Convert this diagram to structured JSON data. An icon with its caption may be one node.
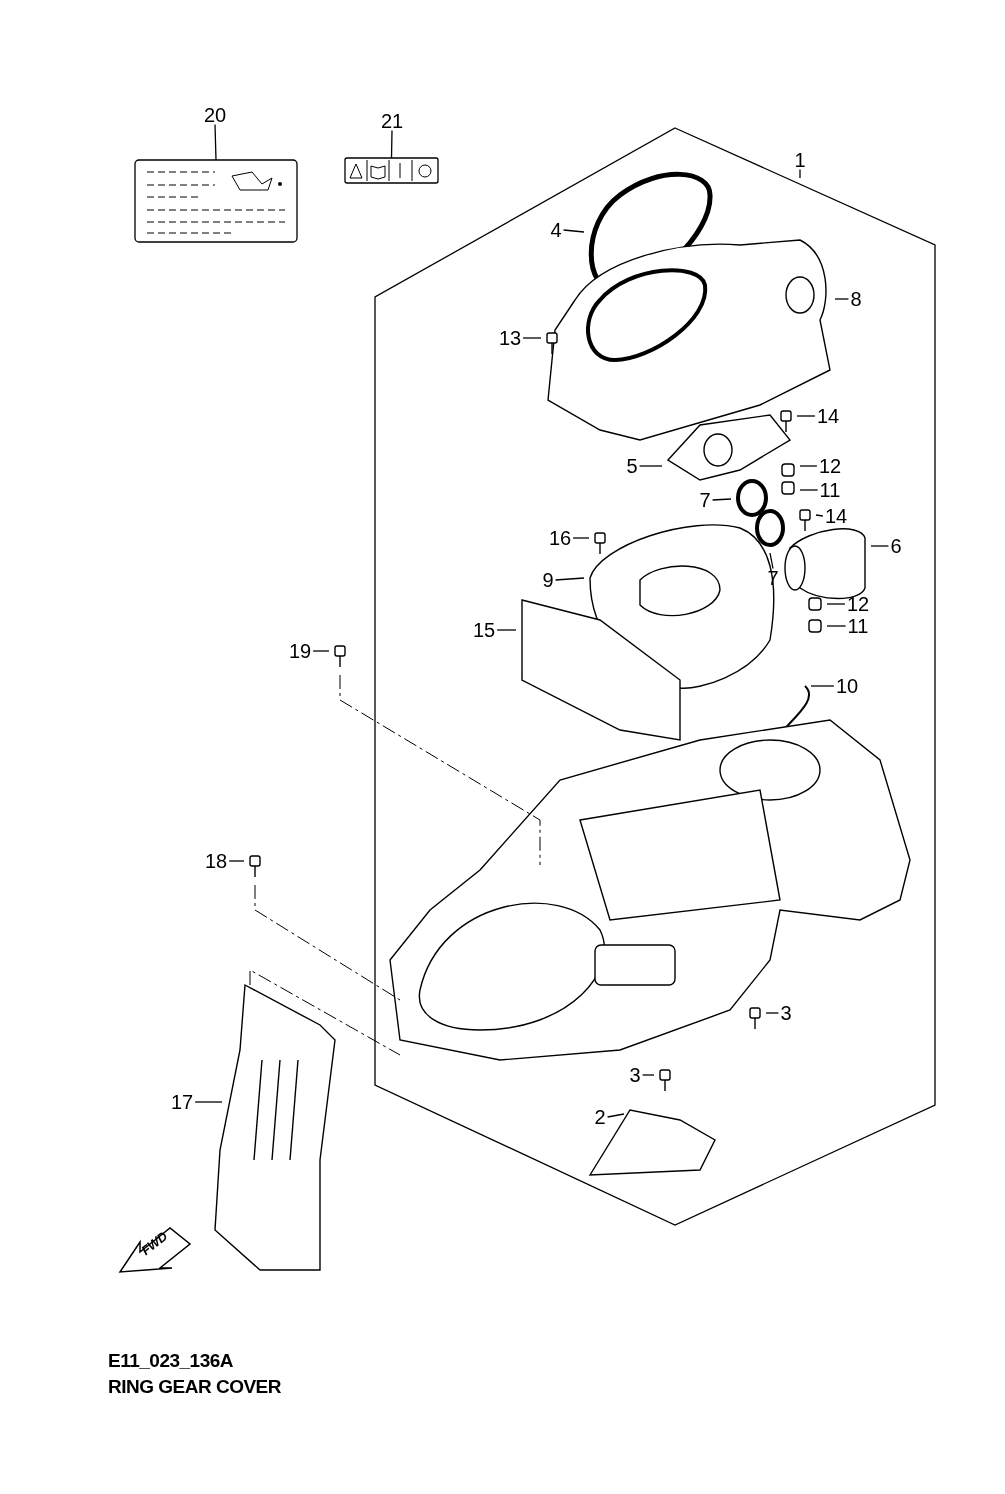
{
  "diagram": {
    "title": "RING GEAR COVER",
    "nodes": [
      {
        "text": [
          "20"
        ]
      },
      {
        "text": [
          "21"
        ]
      },
      {
        "text": [
          "1"
        ]
      },
      {
        "text": [
          "4"
        ]
      },
      {
        "text": [
          "8"
        ]
      },
      {
        "text": [
          "13"
        ]
      },
      {
        "text": [
          "14"
        ]
      },
      {
        "text": [
          "5"
        ]
      },
      {
        "text": [
          "12"
        ]
      },
      {
        "text": [
          "11"
        ]
      },
      {
        "text": [
          "7"
        ]
      },
      {
        "text": [
          "14"
        ]
      },
      {
        "text": [
          "7"
        ]
      },
      {
        "text": [
          "16"
        ]
      },
      {
        "text": [
          "6"
        ]
      },
      {
        "text": [
          "9"
        ]
      },
      {
        "text": [
          "12"
        ]
      },
      {
        "text": [
          "15"
        ]
      },
      {
        "text": [
          "11"
        ]
      },
      {
        "text": [
          "19"
        ]
      },
      {
        "text": [
          "10"
        ]
      },
      {
        "text": [
          "18"
        ]
      },
      {
        "text": [
          "3"
        ]
      },
      {
        "text": [
          "3"
        ]
      },
      {
        "text": [
          "2"
        ]
      },
      {
        "text": [
          "17"
        ]
      },
      {
        "text": [],
        "shape": "picture"
      },
      {
        "text": [],
        "shape": "picture"
      }
    ],
    "edges": [
      {
        "from": 0,
        "to": 26,
        "arrow": "none"
      },
      {
        "from": 1,
        "to": 27,
        "arrow": "none"
      },
      {
        "from": 2,
        "to": null,
        "arrow": "none"
      },
      {
        "from": 3,
        "to": null,
        "arrow": "none"
      },
      {
        "from": 4,
        "to": null,
        "arrow": "none"
      },
      {
        "from": 5,
        "to": null,
        "arrow": "none"
      },
      {
        "from": 6,
        "to": null,
        "arrow": "none"
      },
      {
        "from": 7,
        "to": null,
        "arrow": "none"
      },
      {
        "from": 8,
        "to": null,
        "arrow": "none"
      },
      {
        "from": 9,
        "to": null,
        "arrow": "none"
      },
      {
        "from": 10,
        "to": null,
        "arrow": "none"
      },
      {
        "from": 11,
        "to": null,
        "arrow": "none"
      },
      {
        "from": 12,
        "to": null,
        "arrow": "none"
      },
      {
        "from": 13,
        "to": null,
        "arrow": "none"
      },
      {
        "from": 14,
        "to": null,
        "arrow": "none"
      },
      {
        "from": 15,
        "to": null,
        "arrow": "none"
      },
      {
        "from": 16,
        "to": null,
        "arrow": "none"
      },
      {
        "from": 17,
        "to": null,
        "arrow": "none"
      },
      {
        "from": 18,
        "to": null,
        "arrow": "none"
      },
      {
        "from": 19,
        "to": null,
        "arrow": "none"
      },
      {
        "from": 20,
        "to": null,
        "arrow": "none"
      },
      {
        "from": 21,
        "to": null,
        "arrow": "none"
      },
      {
        "from": 22,
        "to": null,
        "arrow": "none"
      },
      {
        "from": 23,
        "to": null,
        "arrow": "none"
      },
      {
        "from": 24,
        "to": null,
        "arrow": "none"
      },
      {
        "from": 25,
        "to": null,
        "arrow": "none"
      }
    ],
    "labels": [
      "FWD",
      "E11_023_136A"
    ]
  }
}
